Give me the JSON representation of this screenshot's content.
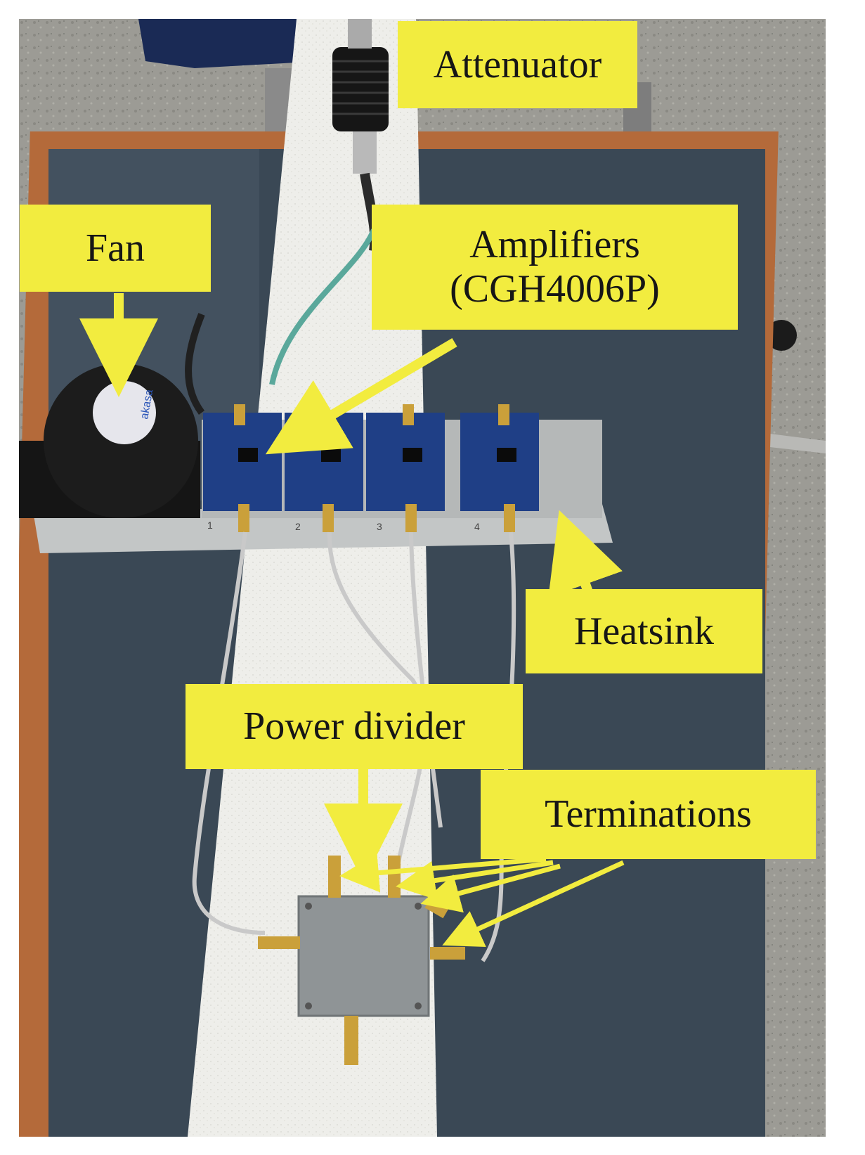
{
  "figure": {
    "labels": {
      "attenuator": "Attenuator",
      "fan": "Fan",
      "amplifiers": "Amplifiers\n(CGH4006P)",
      "heatsink": "Heatsink",
      "power_divider": "Power divider",
      "terminations": "Terminations"
    },
    "board_numbers": [
      "1",
      "2",
      "3",
      "4"
    ],
    "fan_brand": "akasa",
    "colors": {
      "label_fill": "#f2ec3f",
      "arrow": "#f2ec3f",
      "pcb": "#1f3f86",
      "table_surface": "#3c4a57",
      "floor": "#9a9a94",
      "wood_frame": "#b56a3a",
      "foam": "#eeeeea",
      "heatsink": "#c3c6c6"
    }
  }
}
